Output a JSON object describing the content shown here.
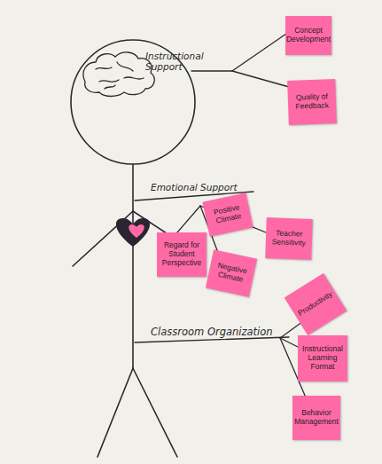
{
  "diagram": {
    "nodes": [
      {
        "text": [
          "Concept Development"
        ]
      },
      {
        "text": [
          "Quality of Feedback"
        ]
      },
      {
        "text": [
          "Positive Climate"
        ]
      },
      {
        "text": [
          "Teacher Sensitivity"
        ]
      },
      {
        "text": [
          "Regard for Student Perspective"
        ]
      },
      {
        "text": [
          "Negative Climate"
        ]
      },
      {
        "text": [
          "Productivity"
        ]
      },
      {
        "text": [
          "Instructional Learning Format"
        ]
      },
      {
        "text": [
          "Behavior Management"
        ]
      }
    ],
    "labels": [
      "Instructional Support",
      "Emotional Support",
      "Classroom Organization"
    ]
  }
}
